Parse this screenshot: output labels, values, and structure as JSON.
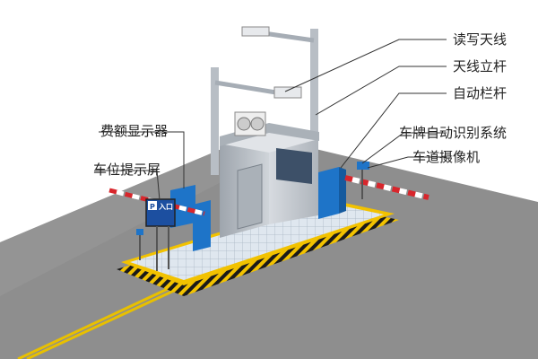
{
  "labels": {
    "antenna": "读写天线",
    "antenna_pole": "天线立杆",
    "barrier": "自动栏杆",
    "plate_recognition": "车牌自动识别系统",
    "lane_camera": "车道摄像机",
    "fee_display": "费额显示器",
    "position_screen": "车位提示屏"
  },
  "screen_text": {
    "p_mark": "P",
    "entrance": "入口"
  },
  "colors": {
    "road": "#8e8e8e",
    "lane_line": "#e8c000",
    "island_edge_yellow": "#f2c200",
    "island_edge_black": "#1a1a1a",
    "booth": "#c7ccd2",
    "glass": "#3d5068",
    "equipment_blue": "#1e74c8",
    "barrier_red": "#d8262c"
  }
}
